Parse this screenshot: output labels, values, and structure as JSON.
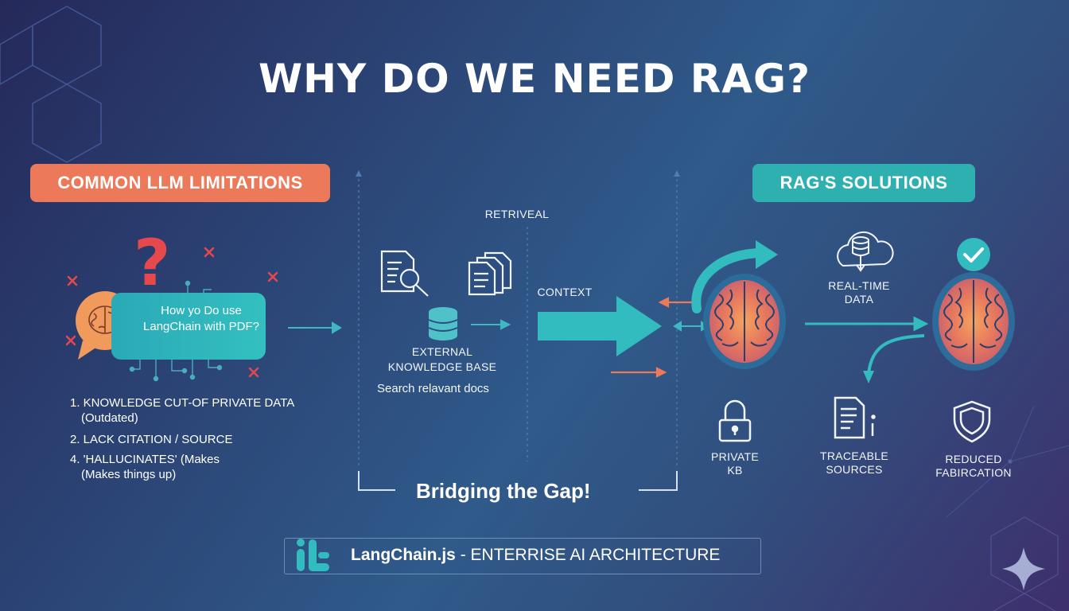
{
  "title": "WHY DO WE NEED RAG?",
  "left_panel": {
    "heading": "COMMON LLM LIMITATIONS",
    "bubble_text": "How yo Do use LangChain with PDF?",
    "items": [
      {
        "main": "1. KNOWLEDGE CUT-OF PRIVATE DATA",
        "sub": "(Outdated)"
      },
      {
        "main": "2. LACK CITATION / SOURCE",
        "sub": ""
      },
      {
        "main": "4. 'HALLUCINATES' (Makes",
        "sub": "(Makes things up)"
      }
    ]
  },
  "middle_panel": {
    "retrieval_label": "RETRIVEAL",
    "context_label": "CONTEXT",
    "kb_line1": "EXTERNAL",
    "kb_line2": "KNOWLEDGE BASE",
    "kb_caption": "Search relavant docs",
    "bridge_text": "Bridging the Gap!"
  },
  "right_panel": {
    "heading": "RAG'S SOLUTIONS",
    "realtime_line1": "REAL-TIME",
    "realtime_line2": "DATA",
    "features": [
      {
        "line1": "PRIVATE",
        "line2": "KB",
        "icon": "lock-icon"
      },
      {
        "line1": "TRACEABLE",
        "line2": "SOURCES",
        "icon": "document-icon"
      },
      {
        "line1": "REDUCED",
        "line2": "FABIRCATION",
        "icon": "shield-icon"
      }
    ]
  },
  "footer": {
    "brand": "LangChain.js",
    "tagline": " - ENTERRISE AI ARCHITECTURE"
  },
  "colors": {
    "accent_orange": "#ec7a5a",
    "accent_teal": "#2fb0b0",
    "question_red": "#e5484d"
  }
}
